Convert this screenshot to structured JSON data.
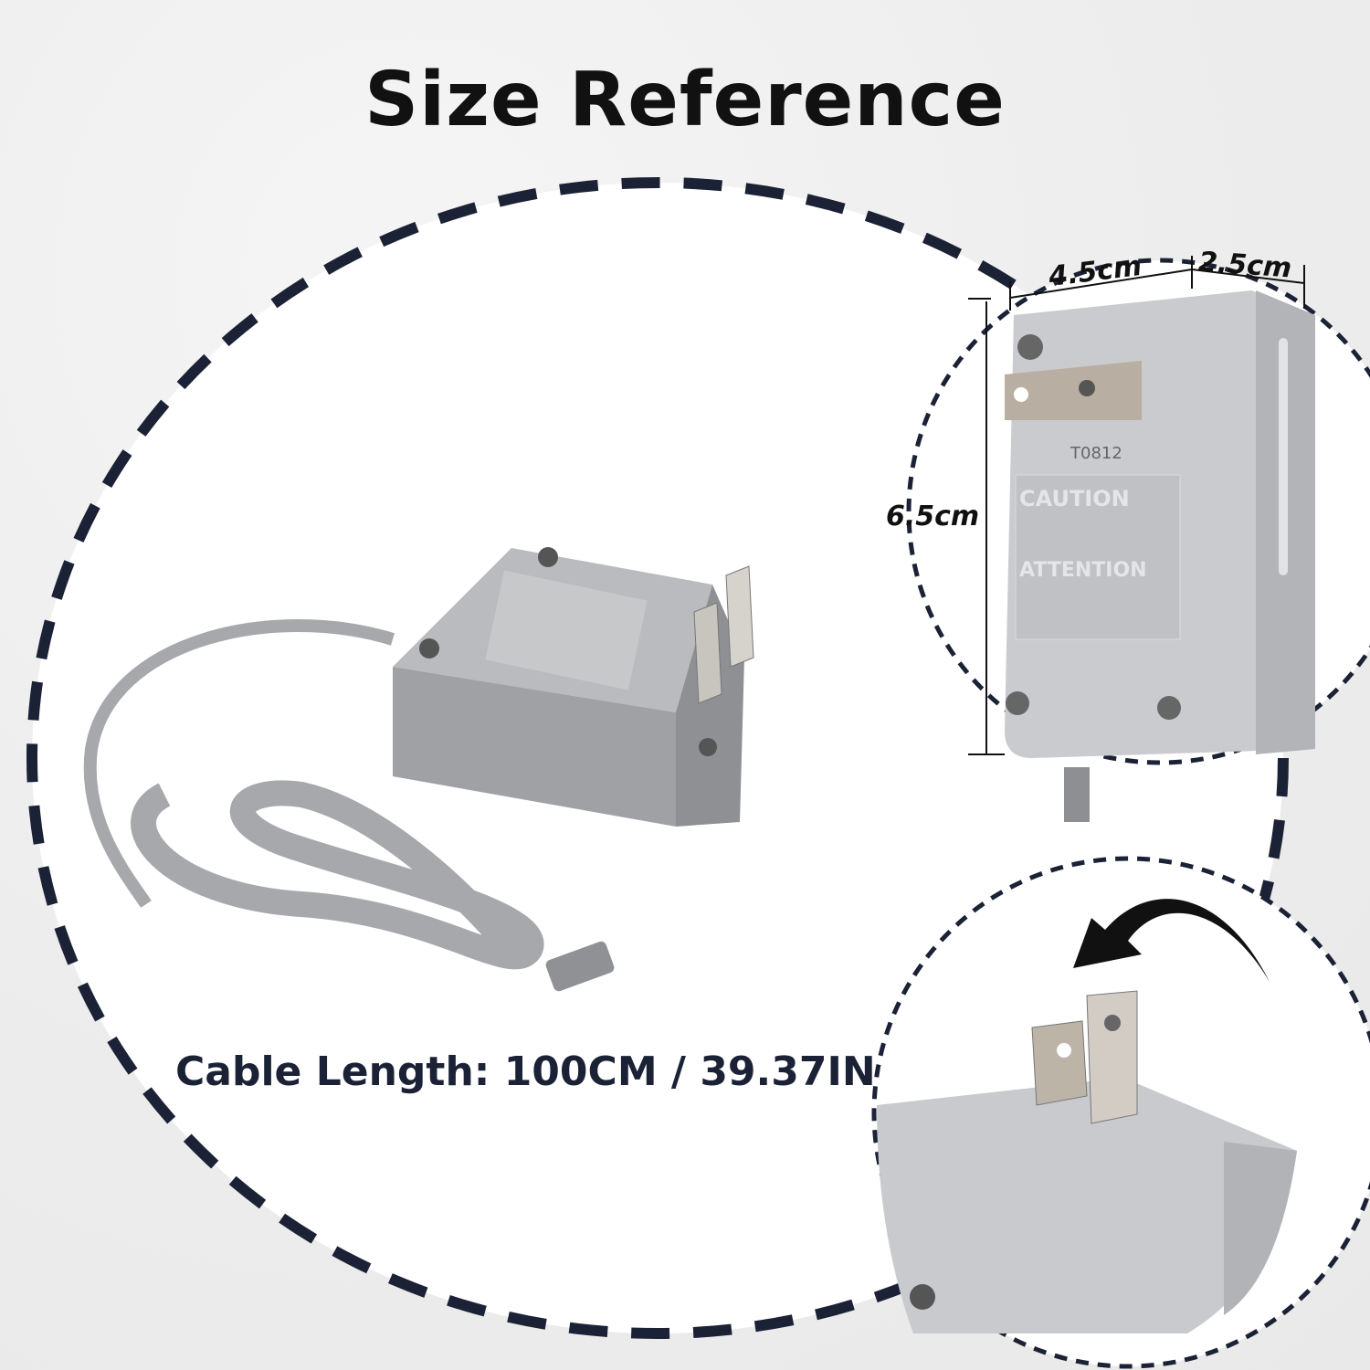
{
  "title": "Size Reference",
  "cable_length": "Cable Length: 100CM / 39.37IN",
  "dimensions": {
    "width": "4.5cm",
    "depth": "2.5cm",
    "height": "6.5cm"
  },
  "adapter_labels": {
    "model": "T0812",
    "caution": "CAUTION",
    "attention": "ATTENTION"
  },
  "colors": {
    "dash": "#1b2236",
    "adapter": "#a9abae",
    "background": "#efefef"
  }
}
